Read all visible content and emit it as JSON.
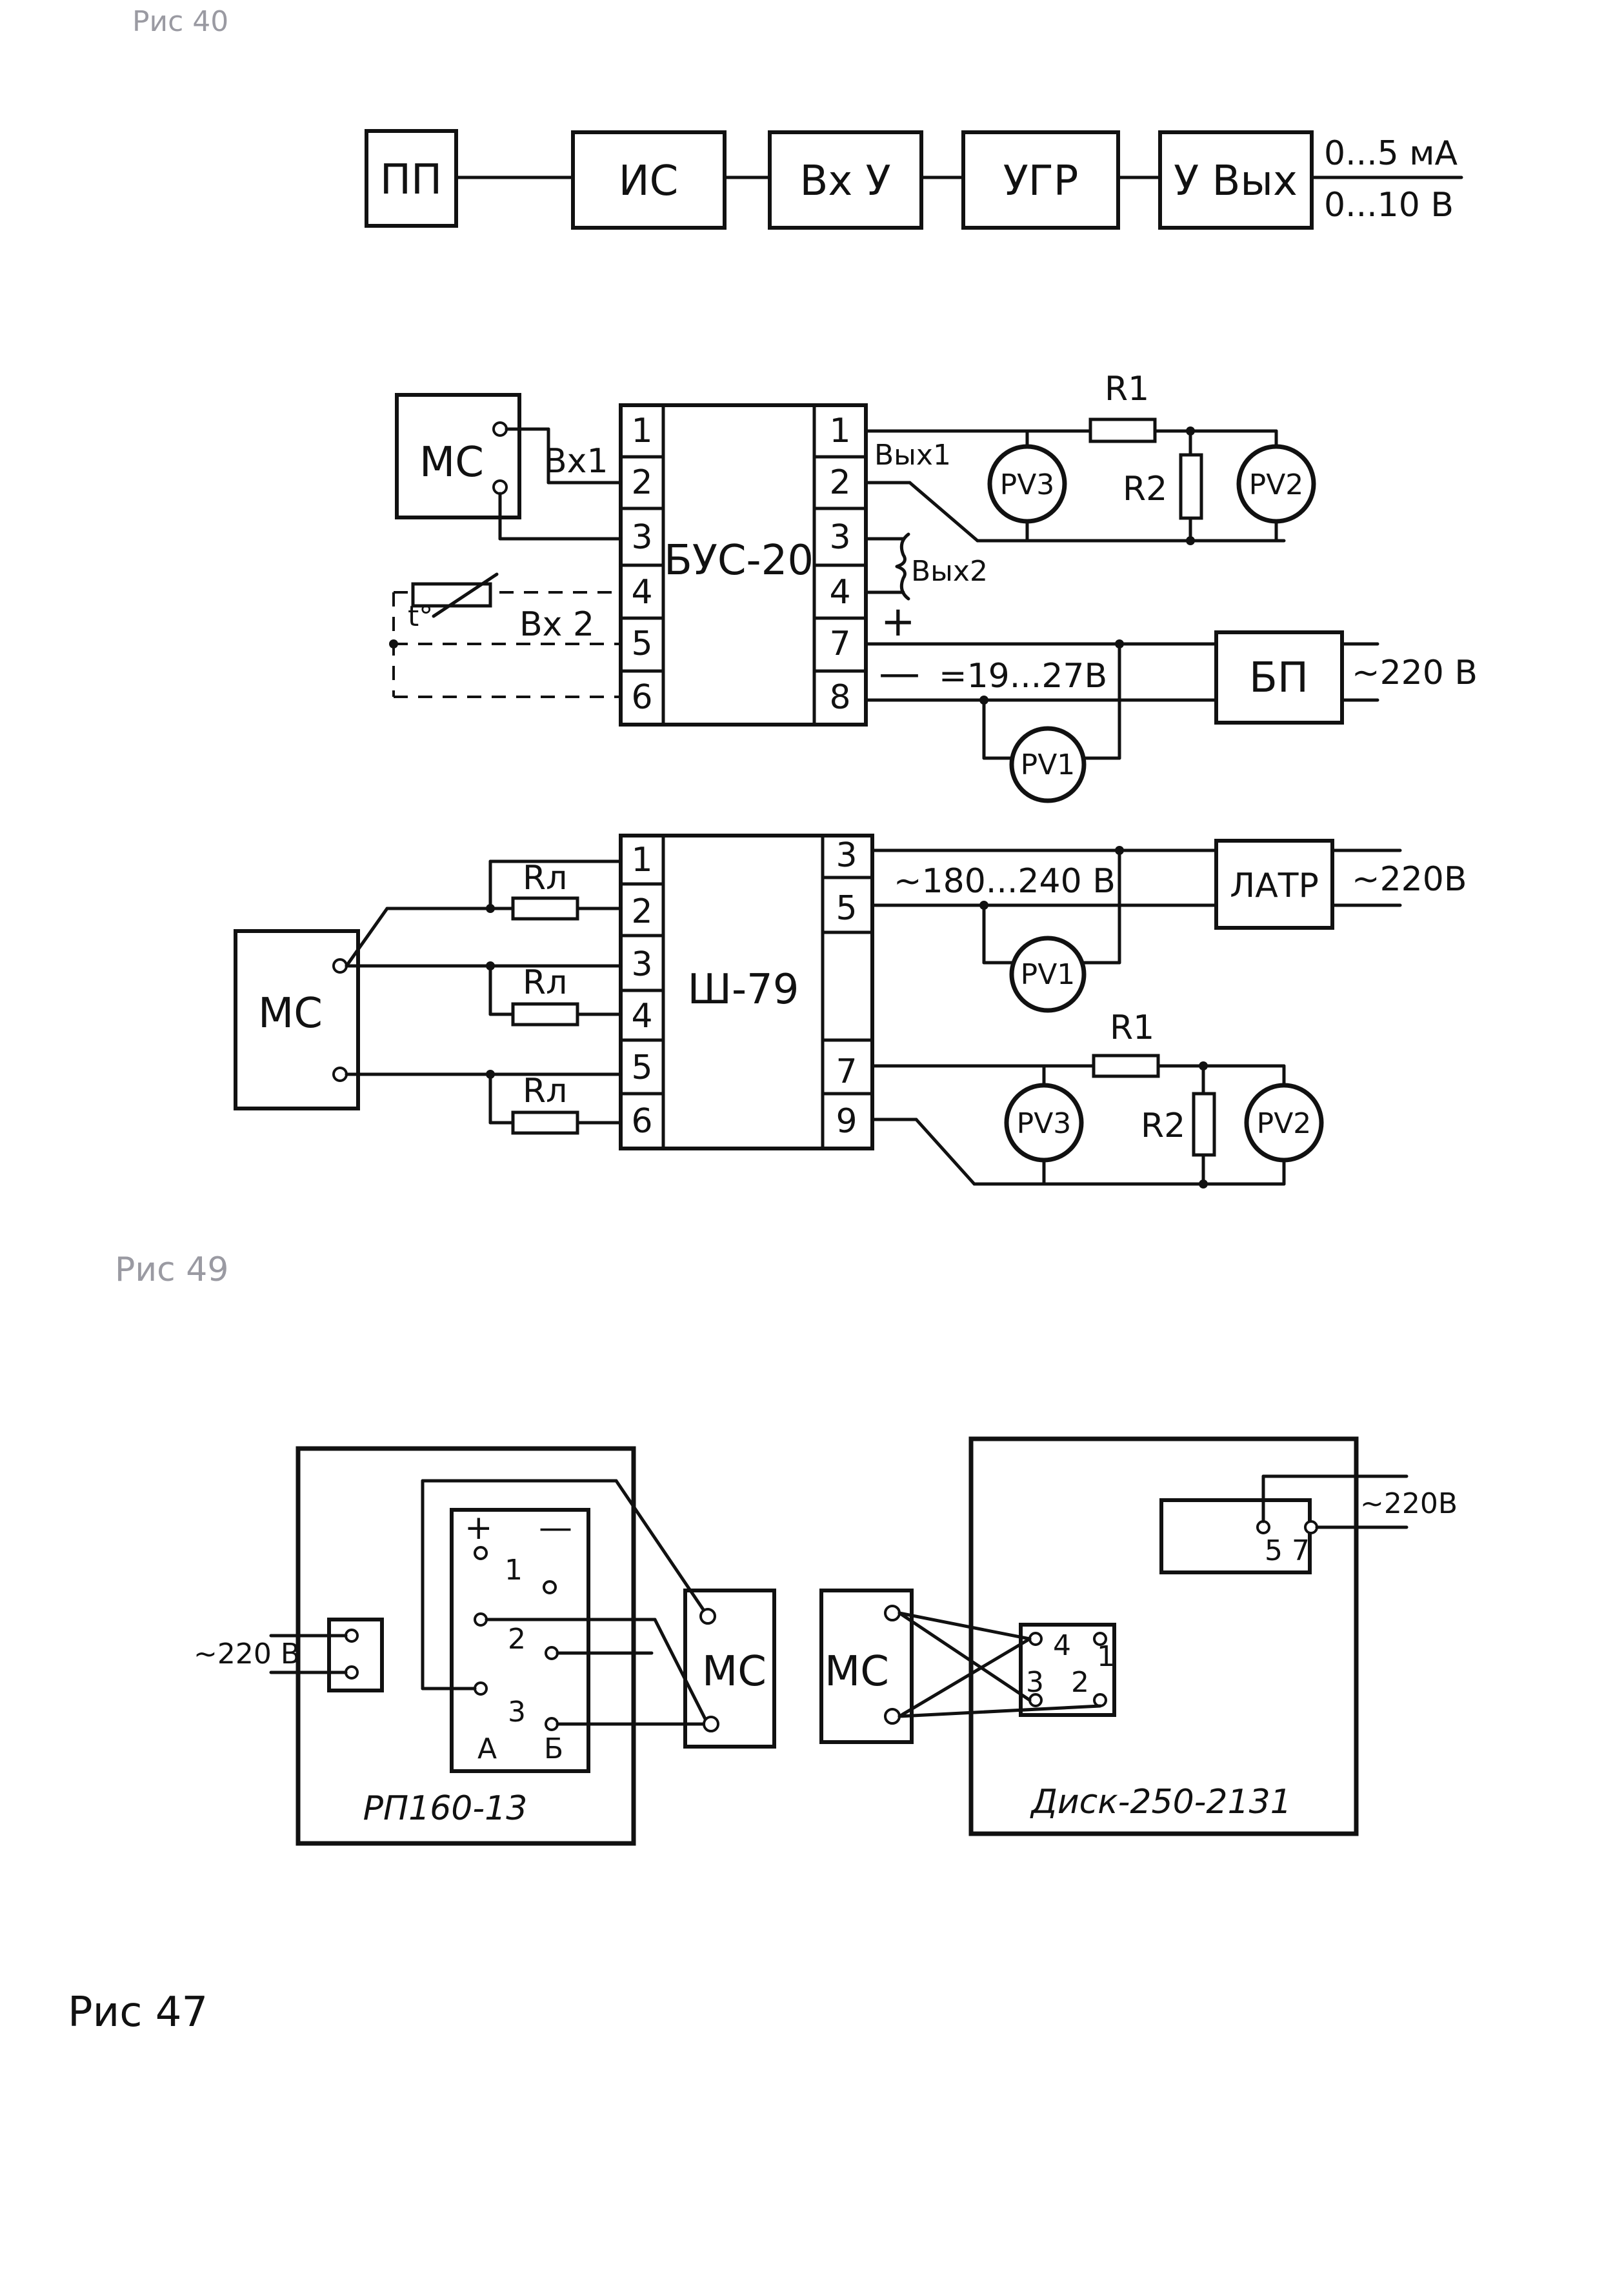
{
  "captions": {
    "fig40": "Рис 40",
    "fig49": "Рис 49",
    "fig47": "Рис 47"
  },
  "block_chain": {
    "blocks": [
      "ПП",
      "ИС",
      "Вх У",
      "УГР",
      "У Вых"
    ],
    "out_current": "0...5 мА",
    "out_voltage": "0...10 В"
  },
  "bus20": {
    "ms": "МС",
    "unit": "БУС-20",
    "left_pins": [
      "1",
      "2",
      "3",
      "4",
      "5",
      "6"
    ],
    "right_pins": [
      "1",
      "2",
      "3",
      "4",
      "7",
      "8"
    ],
    "in1": "Вх1",
    "in2": "Вх 2",
    "out1": "Вых1",
    "out2": "Вых2",
    "temp_mark": "t°",
    "plus": "+",
    "minus": "—",
    "supply_voltage": "=19...27В",
    "psu": "БП",
    "mains": "~220 В",
    "r1": "R1",
    "r2": "R2",
    "pv1": "PV1",
    "pv2": "PV2",
    "pv3": "PV3"
  },
  "sh79": {
    "ms": "МС",
    "unit": "Ш-79",
    "left_pins": [
      "1",
      "2",
      "3",
      "4",
      "5",
      "6"
    ],
    "right_pins": [
      "3",
      "5",
      "7",
      "9"
    ],
    "line_resistor": "Rл",
    "supply_voltage": "~180...240 В",
    "latr": "ЛАТР",
    "mains": "~220В",
    "r1": "R1",
    "r2": "R2",
    "pv1": "PV1",
    "pv2": "PV2",
    "pv3": "PV3"
  },
  "rp160": {
    "device": "РП160-13",
    "mains": "~220 В",
    "plus": "+",
    "minus": "—",
    "terms": [
      "1",
      "2",
      "3"
    ],
    "term_a": "А",
    "term_b": "Б",
    "ms": "МС"
  },
  "disk250": {
    "device": "Диск-250-2131",
    "mains": "~220В",
    "term_57": "5 7",
    "ms": "МС",
    "terms": [
      "4",
      "1",
      "3",
      "2"
    ]
  }
}
